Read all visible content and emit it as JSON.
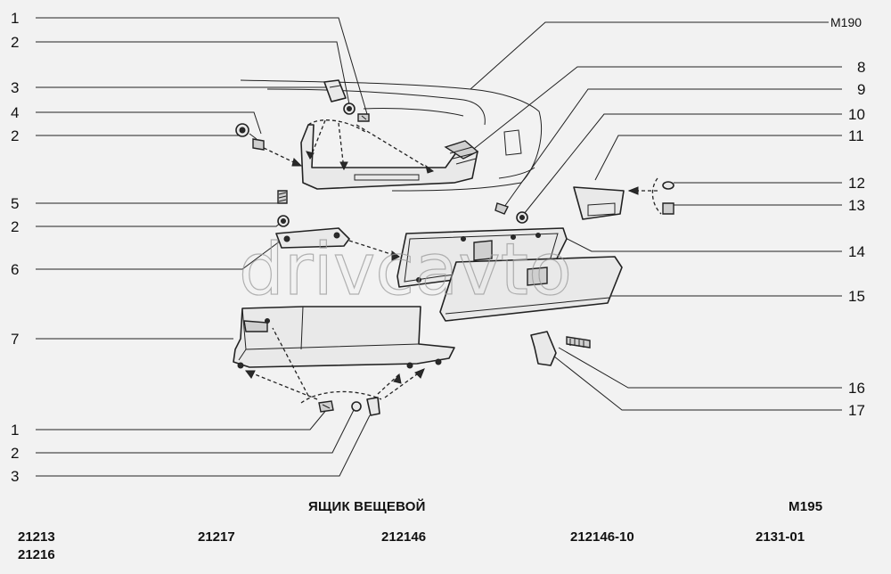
{
  "title": "ЯЩИК ВЕЩЕВОЙ",
  "figure_code": "M195",
  "ref_code": "M190",
  "watermark": "drivcavto",
  "callouts_left": [
    "1",
    "2",
    "3",
    "4",
    "2",
    "5",
    "2",
    "6",
    "7",
    "1",
    "2",
    "3"
  ],
  "callouts_right": [
    "8",
    "9",
    "10",
    "11",
    "12",
    "13",
    "14",
    "15",
    "16",
    "17"
  ],
  "models": [
    "21213",
    "21216",
    "21217",
    "212146",
    "212146-10",
    "2131-01"
  ]
}
